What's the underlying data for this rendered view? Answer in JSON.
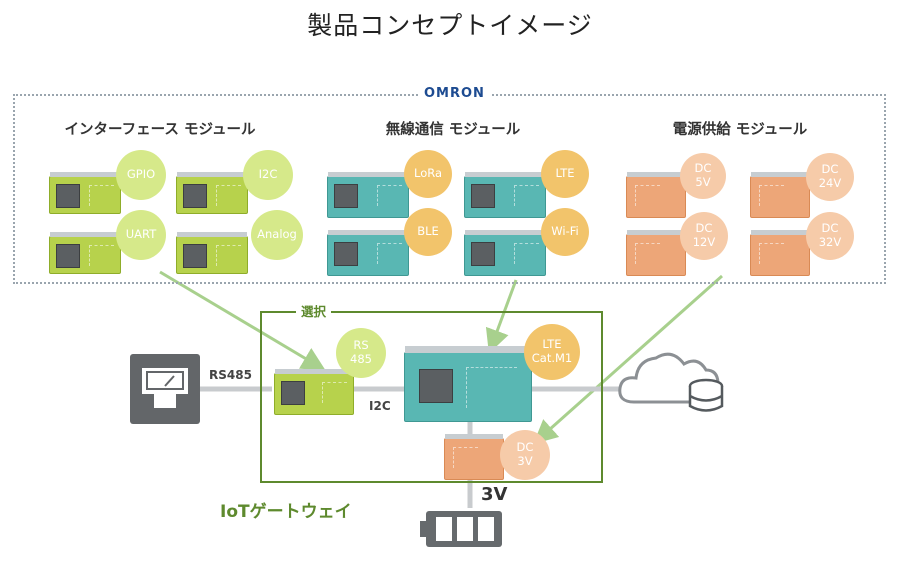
{
  "title": "製品コンセプトイメージ",
  "brand": "OMRON",
  "groups": {
    "interface": "インターフェース モジュール",
    "wireless": "無線通信 モジュール",
    "power": "電源供給 モジュール"
  },
  "modules": {
    "interface": [
      "GPIO",
      "I2C",
      "UART",
      "Analog"
    ],
    "wireless": [
      "LoRa",
      "LTE",
      "BLE",
      "Wi-Fi"
    ],
    "power": [
      "DC\n5V",
      "DC\n24V",
      "DC\n12V",
      "DC\n32V"
    ]
  },
  "selection": {
    "label": "選択",
    "iface": "RS\n485",
    "wireless": "LTE\nCat.M1",
    "power": "DC\n3V",
    "rs485": "RS485",
    "i2c": "I2C",
    "gateway": "IoTゲートウェイ",
    "voltage": "3V"
  },
  "colors": {
    "interface": "#b7d24c",
    "wireless": "#59b7b3",
    "power": "#eda678",
    "frame_green": "#5e8a2e",
    "arrow": "#a8d08d"
  }
}
